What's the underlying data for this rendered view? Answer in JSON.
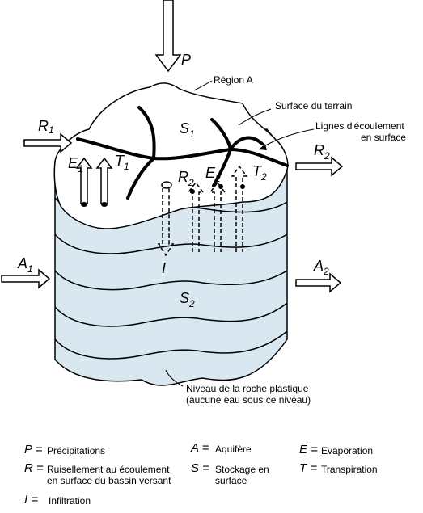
{
  "labels": {
    "region": "Région A",
    "surface": "Surface du terrain",
    "flowlines_1": "Lignes d'écoulement",
    "flowlines_2": "en surface",
    "bedrock_1": "Niveau de la roche plastique",
    "bedrock_2": "(aucune eau sous ce niveau)"
  },
  "symbols": {
    "P": "P",
    "R": "R",
    "R1": "1",
    "R2": "2",
    "A": "A",
    "A1": "1",
    "A2": "2",
    "S": "S",
    "S1": "1",
    "S2": "2",
    "E": "E",
    "E1": "1",
    "E2": "2",
    "T": "T",
    "T1": "1",
    "T2": "2",
    "I": "I"
  },
  "legend": [
    {
      "symbol": "P =",
      "text": "Précipitations"
    },
    {
      "symbol": "R =",
      "text": "Ruisellement au écoulement",
      "text2": "en surface du bassin versant"
    },
    {
      "symbol": "I =",
      "text": "Infiltration"
    },
    {
      "symbol": "A =",
      "text": "Aquifère"
    },
    {
      "symbol": "S =",
      "text": "Stockage en",
      "text2": "surface"
    },
    {
      "symbol": "E =",
      "text": "Evaporation"
    },
    {
      "symbol": "T =",
      "text": "Transpiration"
    }
  ]
}
